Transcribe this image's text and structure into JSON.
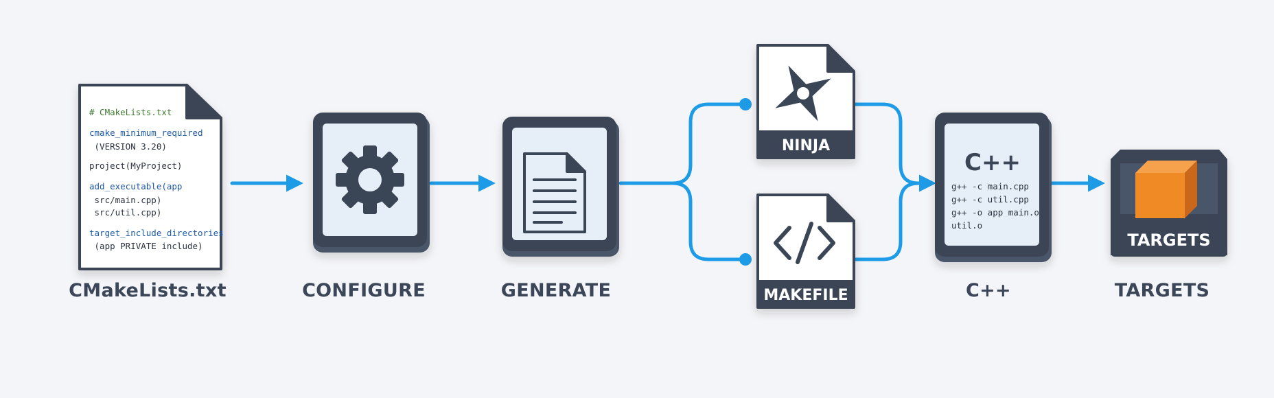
{
  "cmake_file": {
    "code_lines": [
      {
        "text": "# CMakeLists.txt",
        "color": "#3f7a2e"
      },
      {
        "text": "cmake_minimum_required",
        "color": "#1f5aa8"
      },
      {
        "text": " (VERSION 3.20)",
        "color": "#2c3340"
      },
      {
        "text": "project(MyProject)",
        "color": "#2c3340"
      },
      {
        "text": "add_executable(app",
        "color": "#1f5aa8"
      },
      {
        "text": " src/main.cpp)",
        "color": "#2c3340"
      },
      {
        "text": " src/util.cpp)",
        "color": "#2c3340"
      },
      {
        "text": "target_include_directories",
        "color": "#1f5aa8"
      },
      {
        "text": " (app PRIVATE include)",
        "color": "#2c3340"
      }
    ],
    "label": "CMakeLists.txt"
  },
  "configure": {
    "label": "CONFIGURE",
    "icon": "gear-icon"
  },
  "generate": {
    "label": "GENERATE",
    "icon": "document-icon"
  },
  "ninja": {
    "badge": "NINJA",
    "icon": "ninja-star-icon"
  },
  "makefile": {
    "badge": "MAKEFILE",
    "icon": "code-brackets-icon"
  },
  "compile": {
    "title": "C++",
    "commands": [
      "g++ -c main.cpp",
      "g++ -c util.cpp",
      "g++ -o app main.o",
      "util.o"
    ],
    "label": "C++"
  },
  "targets": {
    "badge": "TARGETS",
    "label": "TARGETS",
    "icon": "cube-icon"
  },
  "colors": {
    "arrow": "#1e9be6",
    "frame": "#3a4556",
    "panel": "#e6eef8",
    "cube": "#f08a24"
  }
}
